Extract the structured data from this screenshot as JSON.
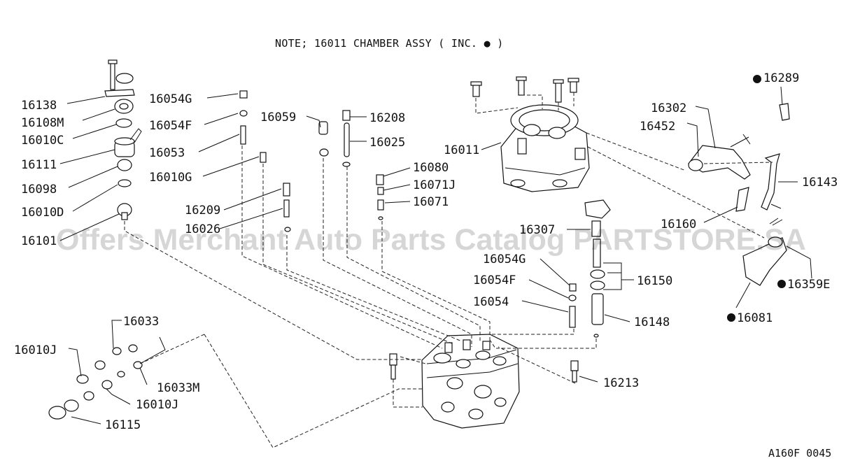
{
  "note": "NOTE; 16011 CHAMBER ASSY ( INC. ● )",
  "drawing_code": "A160F 0045",
  "watermark": "Offers Merchant Auto Parts Catalog PARTSTORE.SA",
  "callouts": [
    "16138",
    "16108M",
    "16010C",
    "16111",
    "16098",
    "16010D",
    "16101",
    "16054G",
    "16054F",
    "16053",
    "16010G",
    "16209",
    "16026",
    "16059",
    "16208",
    "16025",
    "16080",
    "16071J",
    "16071",
    "16011",
    "16307",
    "16054G",
    "16054F",
    "16054",
    "16150",
    "16148",
    "16302",
    "16452",
    "16143",
    "16160",
    "16289",
    "16359E",
    "16081",
    "16033",
    "16010J",
    "16033M",
    "16010J",
    "16115",
    "16213"
  ],
  "colors": {
    "ink": "#111111",
    "watermark": "#000000"
  }
}
